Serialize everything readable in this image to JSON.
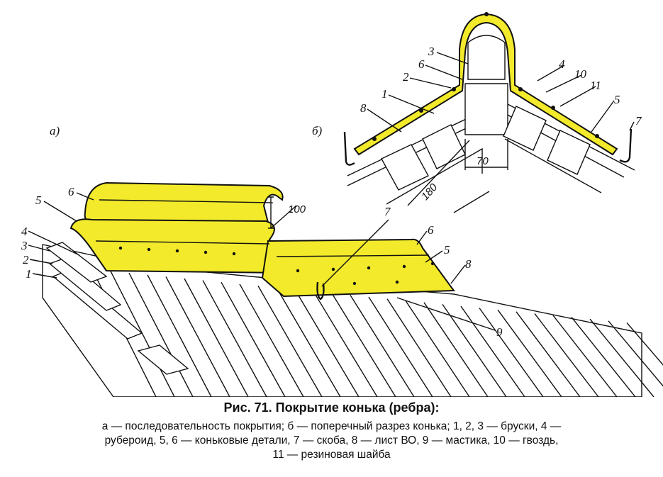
{
  "figure": {
    "panel_a_label": "а)",
    "panel_b_label": "б)",
    "panel_a_callouts": [
      "1",
      "2",
      "3",
      "4",
      "5",
      "6",
      "7",
      "6",
      "5",
      "8",
      "9"
    ],
    "panel_a_dimension": "100",
    "panel_b_callouts": [
      "3",
      "2",
      "6",
      "1",
      "8",
      "4",
      "10",
      "11",
      "5",
      "7"
    ],
    "panel_b_dimensions": [
      "70",
      "180"
    ],
    "highlight_color": "#f2ea2a"
  },
  "caption": {
    "title": "Рис. 71. Покрытие конька (ребра):",
    "line1": "а — последовательность покрытия; б — поперечный разрез конька; 1, 2, 3 — бруски, 4 —",
    "line2": "рубероид, 5, 6 — коньковые детали, 7 — скоба, 8 — лист ВО, 9 — мастика, 10 — гвоздь,",
    "line3": "11 — резиновая шайба"
  }
}
